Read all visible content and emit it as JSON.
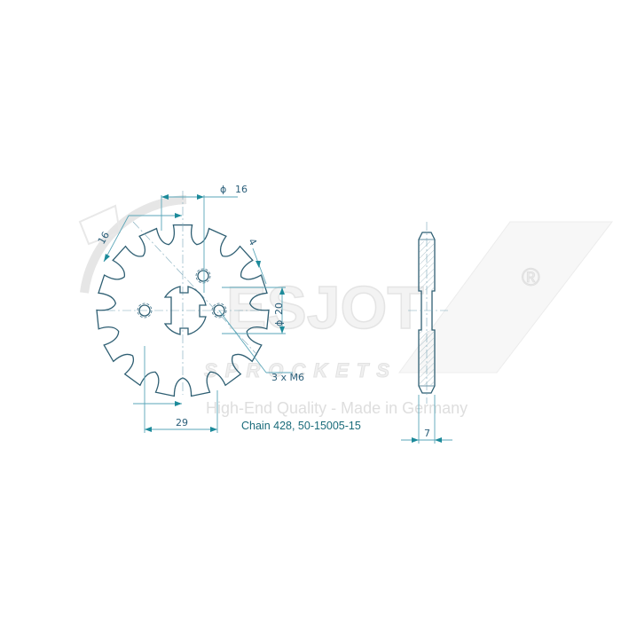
{
  "watermark": {
    "logo": "ESJOT",
    "registered": "®",
    "sub": "SPROCKETS",
    "tagline": "High-End Quality - Made in Germany"
  },
  "dimensions": {
    "bore_diameter": "16",
    "bore_diameter_symbol": "ϕ",
    "spline_width": "16",
    "tooth_offset": "4",
    "bolt_circle_diameter": "20",
    "bolt_circle_symbol": "ϕ",
    "bolt_holes": "3 x M6",
    "hub_width": "29",
    "thickness": "7"
  },
  "caption": "Chain 428, 50-15005-15",
  "sprocket": {
    "teeth": 15,
    "bolt_holes": 3
  },
  "colors": {
    "line": "#2f5f73",
    "dimension": "#5aa6b8",
    "arrow": "#1c8a9a",
    "caption": "#1a6b7a",
    "watermark": "#e4e4e4"
  }
}
